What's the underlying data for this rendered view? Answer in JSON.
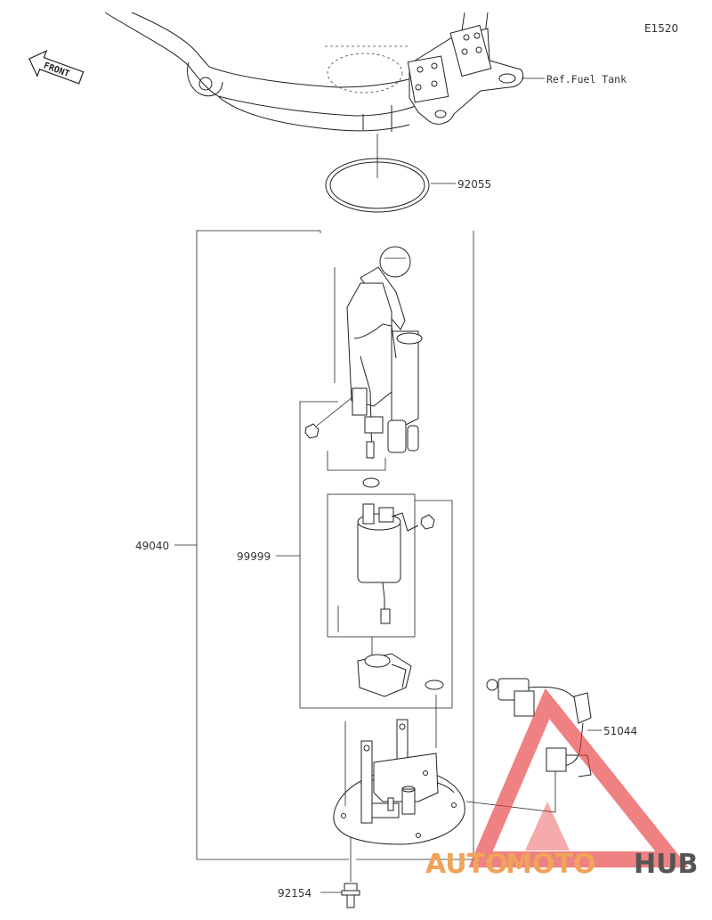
{
  "diagram_code": "E1520",
  "front_label": "FRONT",
  "ref_label": "Ref.Fuel Tank",
  "parts": [
    {
      "id": "o-ring",
      "number": "92055"
    },
    {
      "id": "fuel-pump-assy",
      "number": "49040"
    },
    {
      "id": "pump-kit",
      "number": "99999"
    },
    {
      "id": "harness-connector",
      "number": "51044"
    },
    {
      "id": "bolt",
      "number": "92154"
    }
  ],
  "watermark": {
    "word1": "AUTO",
    "word2": "MOTO",
    "word3": "HUB",
    "color_accent": "#f0a35a",
    "color_dark": "#555555",
    "triangle_color": "#e8393c"
  }
}
